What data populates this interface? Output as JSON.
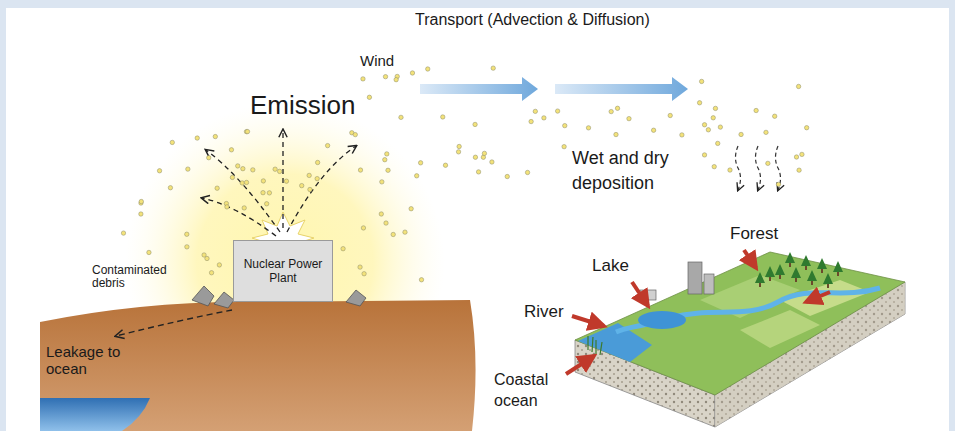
{
  "diagram": {
    "nodes": [
      {
        "text": [
          "Nuclear Power Plant"
        ]
      }
    ],
    "labels": [
      "Transport (Advection & Diffusion)",
      "Wind",
      "Emission",
      "Wet and dry deposition",
      "Contaminated debris",
      "Leakage to ocean",
      "Forest",
      "Lake",
      "River",
      "Coastal ocean"
    ]
  }
}
